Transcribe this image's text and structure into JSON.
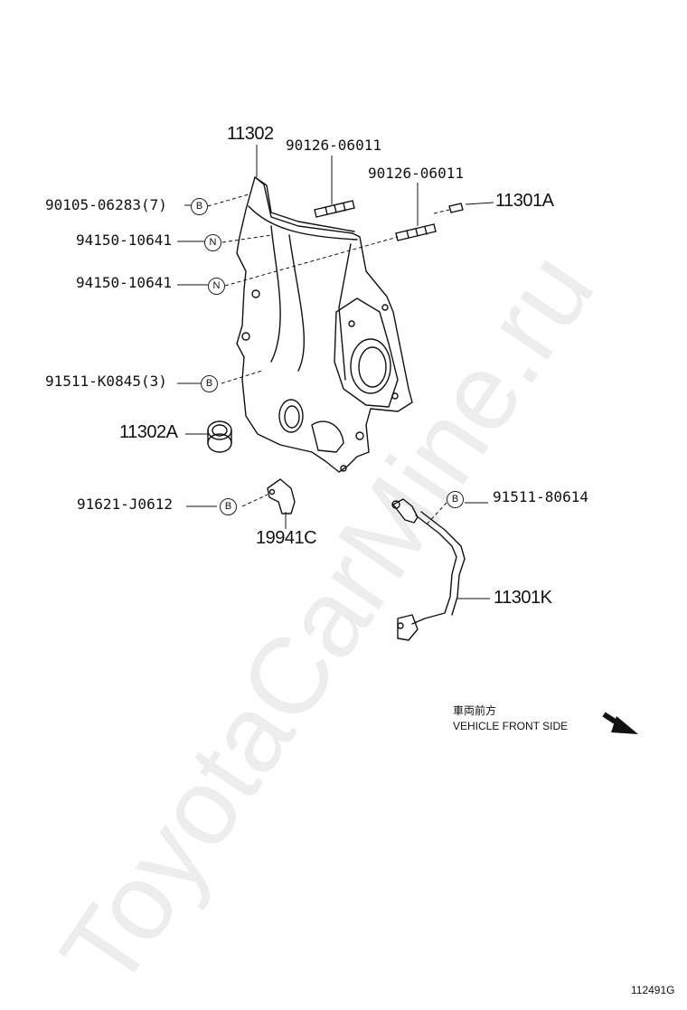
{
  "watermark": "ToyotaCarMine.ru",
  "figure_id": "112491G",
  "direction": {
    "jp": "車両前方",
    "en": "VEHICLE FRONT SIDE",
    "arrow_icon": "arrow-down-right-icon"
  },
  "symbols": {
    "b": "B",
    "n": "N"
  },
  "labels": {
    "p11302": "11302",
    "p90126_a": "90126-06011",
    "p90126_b": "90126-06011",
    "p11301a": "11301A",
    "p90105": "90105-06283(7)",
    "p94150_a": "94150-10641",
    "p94150_b": "94150-10641",
    "p91511k": "91511-K0845(3)",
    "p11302a": "11302A",
    "p91621": "91621-J0612",
    "p19941c": "19941C",
    "p91511_80614": "91511-80614",
    "p11301k": "11301K"
  }
}
